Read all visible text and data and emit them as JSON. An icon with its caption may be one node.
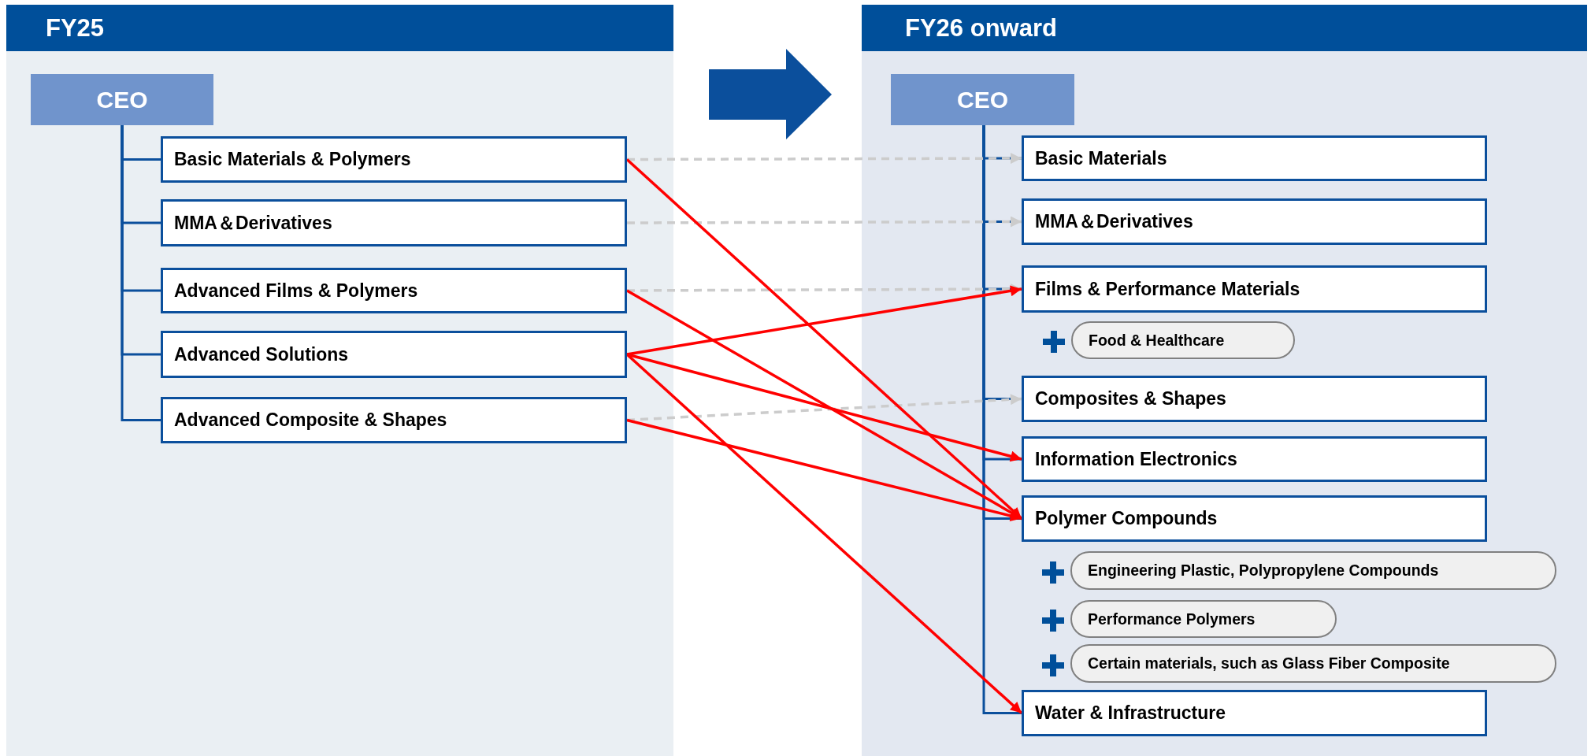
{
  "diagram": {
    "nodes": [
      {
        "text": [
          "FY25"
        ]
      },
      {
        "text": [
          "CEO"
        ],
        "in": 0
      },
      {
        "text": [
          "Basic Materials & Polymers"
        ],
        "in": 0
      },
      {
        "text": [
          "MMA＆Derivatives"
        ],
        "in": 0
      },
      {
        "text": [
          "Advanced Films & Polymers"
        ],
        "in": 0
      },
      {
        "text": [
          "Advanced Solutions"
        ],
        "in": 0
      },
      {
        "text": [
          "Advanced Composite & Shapes"
        ],
        "in": 0
      },
      {
        "text": [
          "FY26 onward"
        ]
      },
      {
        "text": [
          "CEO"
        ],
        "in": 7
      },
      {
        "text": [
          "Basic Materials"
        ],
        "in": 7
      },
      {
        "text": [
          "MMA＆Derivatives"
        ],
        "in": 7
      },
      {
        "text": [
          "Films & Performance Materials"
        ],
        "in": 7
      },
      {
        "text": [
          "Food & Healthcare"
        ],
        "in": 7
      },
      {
        "text": [
          "Composites & Shapes"
        ],
        "in": 7
      },
      {
        "text": [
          "Information Electronics"
        ],
        "in": 7
      },
      {
        "text": [
          "Polymer Compounds"
        ],
        "in": 7
      },
      {
        "text": [
          "Engineering Plastic, Polypropylene Compounds"
        ],
        "in": 7
      },
      {
        "text": [
          "Performance Polymers"
        ],
        "in": 7
      },
      {
        "text": [
          "Certain materials, such as Glass Fiber Composite"
        ],
        "in": 7
      },
      {
        "text": [
          "Water & Infrastructure"
        ],
        "in": 7
      }
    ],
    "edges": [
      {
        "from": 0,
        "to": 7,
        "arrow": "to",
        "style": "thick"
      },
      {
        "from": 1,
        "to": 2,
        "arrow": "none"
      },
      {
        "from": 1,
        "to": 3,
        "arrow": "none"
      },
      {
        "from": 1,
        "to": 4,
        "arrow": "none"
      },
      {
        "from": 1,
        "to": 5,
        "arrow": "none"
      },
      {
        "from": 1,
        "to": 6,
        "arrow": "none"
      },
      {
        "from": 8,
        "to": 9,
        "arrow": "none"
      },
      {
        "from": 8,
        "to": 10,
        "arrow": "none"
      },
      {
        "from": 8,
        "to": 11,
        "arrow": "none"
      },
      {
        "from": 8,
        "to": 13,
        "arrow": "none"
      },
      {
        "from": 8,
        "to": 14,
        "arrow": "none"
      },
      {
        "from": 8,
        "to": 15,
        "arrow": "none"
      },
      {
        "from": 8,
        "to": 19,
        "arrow": "none"
      },
      {
        "from": 2,
        "to": 9,
        "arrow": "to",
        "style": "dashed",
        "color": "#cccccc"
      },
      {
        "from": 3,
        "to": 10,
        "arrow": "to",
        "style": "dashed",
        "color": "#cccccc"
      },
      {
        "from": 4,
        "to": 11,
        "arrow": "to",
        "style": "dashed",
        "color": "#cccccc"
      },
      {
        "from": 6,
        "to": 13,
        "arrow": "to",
        "style": "dashed",
        "color": "#cccccc"
      },
      {
        "from": 2,
        "to": 15,
        "arrow": "to",
        "color": "#ff0000"
      },
      {
        "from": 4,
        "to": 15,
        "arrow": "to",
        "color": "#ff0000"
      },
      {
        "from": 5,
        "to": 11,
        "arrow": "to",
        "color": "#ff0000"
      },
      {
        "from": 5,
        "to": 14,
        "arrow": "to",
        "color": "#ff0000"
      },
      {
        "from": 5,
        "to": 19,
        "arrow": "to",
        "color": "#ff0000"
      },
      {
        "from": 6,
        "to": 15,
        "arrow": "to",
        "color": "#ff0000"
      }
    ]
  }
}
